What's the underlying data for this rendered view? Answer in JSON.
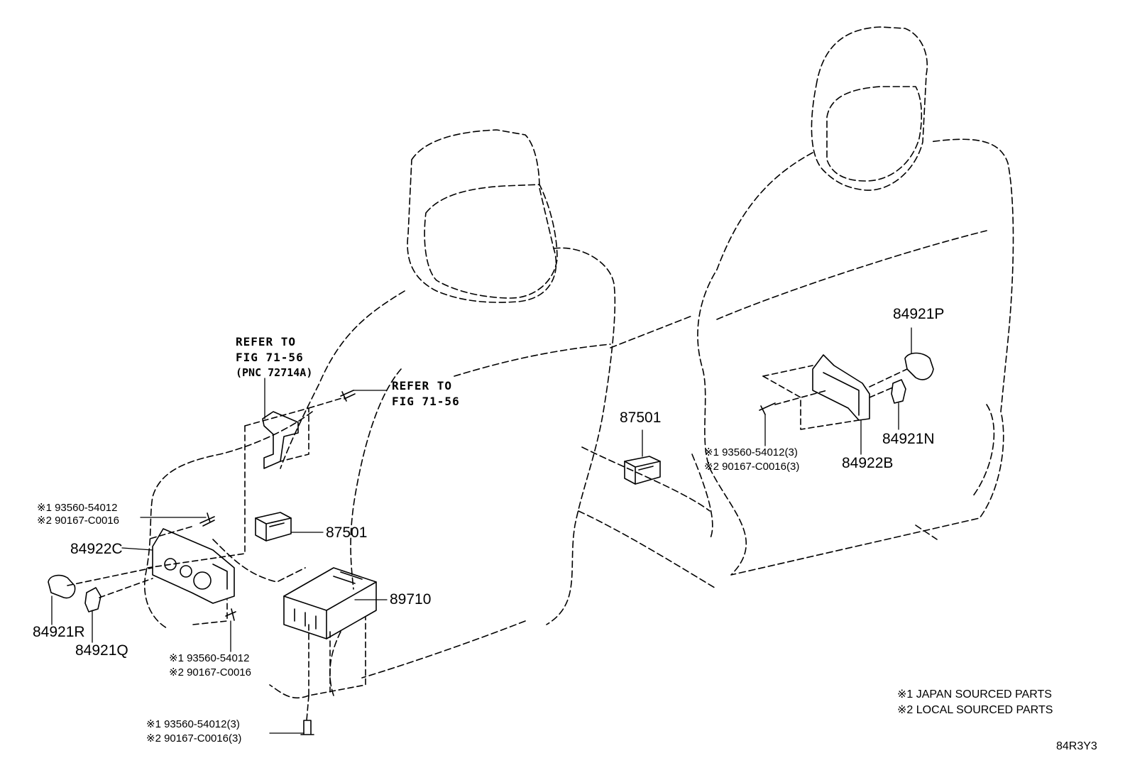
{
  "diagram": {
    "refer_left": [
      "REFER TO",
      "FIG 71-56",
      "(PNC 72714A)"
    ],
    "refer_right": [
      "REFER TO",
      "FIG 71-56"
    ],
    "parts": {
      "p84921P": "84921P",
      "p84921N": "84921N",
      "p84922B": "84922B",
      "p87501_right": "87501",
      "p87501_left": "87501",
      "p89710": "89710",
      "p84922C": "84922C",
      "p84921R": "84921R",
      "p84921Q": "84921Q"
    },
    "bolt_groups": {
      "right_seat": [
        "※1 93560-54012(3)",
        "※2 90167-C0016(3)"
      ],
      "left_upper": [
        "※1 93560-54012",
        "※2 90167-C0016"
      ],
      "left_lower": [
        "※1 93560-54012",
        "※2 90167-C0016"
      ],
      "bottom": [
        "※1 93560-54012(3)",
        "※2 90167-C0016(3)"
      ]
    },
    "legend": [
      "※1 JAPAN SOURCED PARTS",
      "※2 LOCAL SOURCED PARTS"
    ],
    "diagram_code": "84R3Y3"
  }
}
